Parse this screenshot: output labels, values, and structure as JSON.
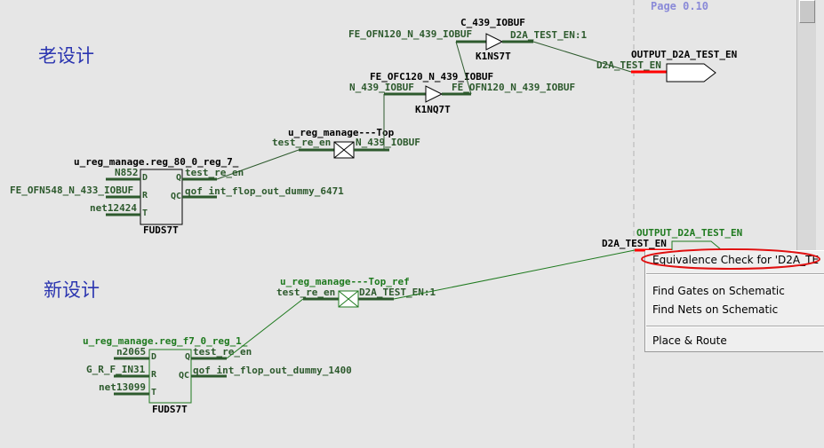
{
  "page_label": "Page 0.10",
  "old_design": {
    "heading": "老设计",
    "buf1": {
      "inst": "C_439_IOBUF",
      "type": "K1NS7T",
      "in_net": "FE_OFN120_N_439_IOBUF",
      "out_net": "D2A_TEST_EN:1"
    },
    "buf2": {
      "inst": "FE_OFC120_N_439_IOBUF",
      "type": "K1NQ7T",
      "in_net": "N_439_IOBUF",
      "out_net": "FE_OFN120_N_439_IOBUF"
    },
    "hier": {
      "inst": "u_reg_manage---Top",
      "in_net": "test_re_en",
      "out_net": "N_439_IOBUF"
    },
    "port": {
      "name": "OUTPUT_D2A_TEST_EN",
      "net": "D2A_TEST_EN"
    },
    "flop": {
      "inst": "u_reg_manage.reg_80_0_reg_7_",
      "type": "FUDS7T",
      "pin_d": "D",
      "pin_r": "R",
      "pin_t": "T",
      "pin_q": "Q",
      "pin_qc": "QC",
      "net_d": "N852",
      "net_r": "FE_OFN548_N_433_IOBUF",
      "net_t": "net12424",
      "net_q": "test_re_en",
      "net_qc": "qof_int_flop_out_dummy_6471"
    }
  },
  "new_design": {
    "heading": "新设计",
    "port": {
      "name": "OUTPUT_D2A_TEST_EN",
      "net": "D2A_TEST_EN"
    },
    "hier": {
      "inst": "u_reg_manage---Top_ref",
      "in_net": "test_re_en",
      "out_net": "D2A_TEST_EN:1"
    },
    "flop": {
      "inst": "u_reg_manage.reg_f7_0_reg_1_",
      "type": "FUDS7T",
      "pin_d": "D",
      "pin_r": "R",
      "pin_t": "T",
      "pin_q": "Q",
      "pin_qc": "QC",
      "net_d": "n2065",
      "net_r": "G_R_F_IN31",
      "net_t": "net13099",
      "net_q": "test_re_en",
      "net_qc": "qof_int_flop_out_dummy_1400"
    }
  },
  "context_menu": {
    "items": [
      "Equivalence Check for 'D2A_TE",
      "Find Gates on Schematic",
      "Find Nets on Schematic",
      "Place & Route"
    ]
  },
  "colors": {
    "background": "#e6e6e6",
    "net_old": "#2d5a2d",
    "net_new": "#1f7a1f",
    "highlight": "#ff0000",
    "heading": "#2b35b0",
    "page_label": "#8a8ad8"
  }
}
